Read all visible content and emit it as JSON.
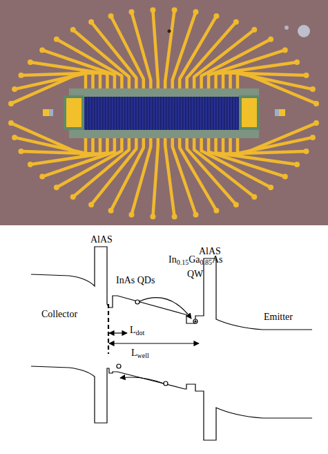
{
  "diagram": {
    "labels": [
      "AlAS",
      "AlAS",
      "Collector",
      "InAs QDs",
      "In0.15Ga0.85As",
      "QW",
      "Emitter",
      "Ldot",
      "Lwell"
    ]
  }
}
